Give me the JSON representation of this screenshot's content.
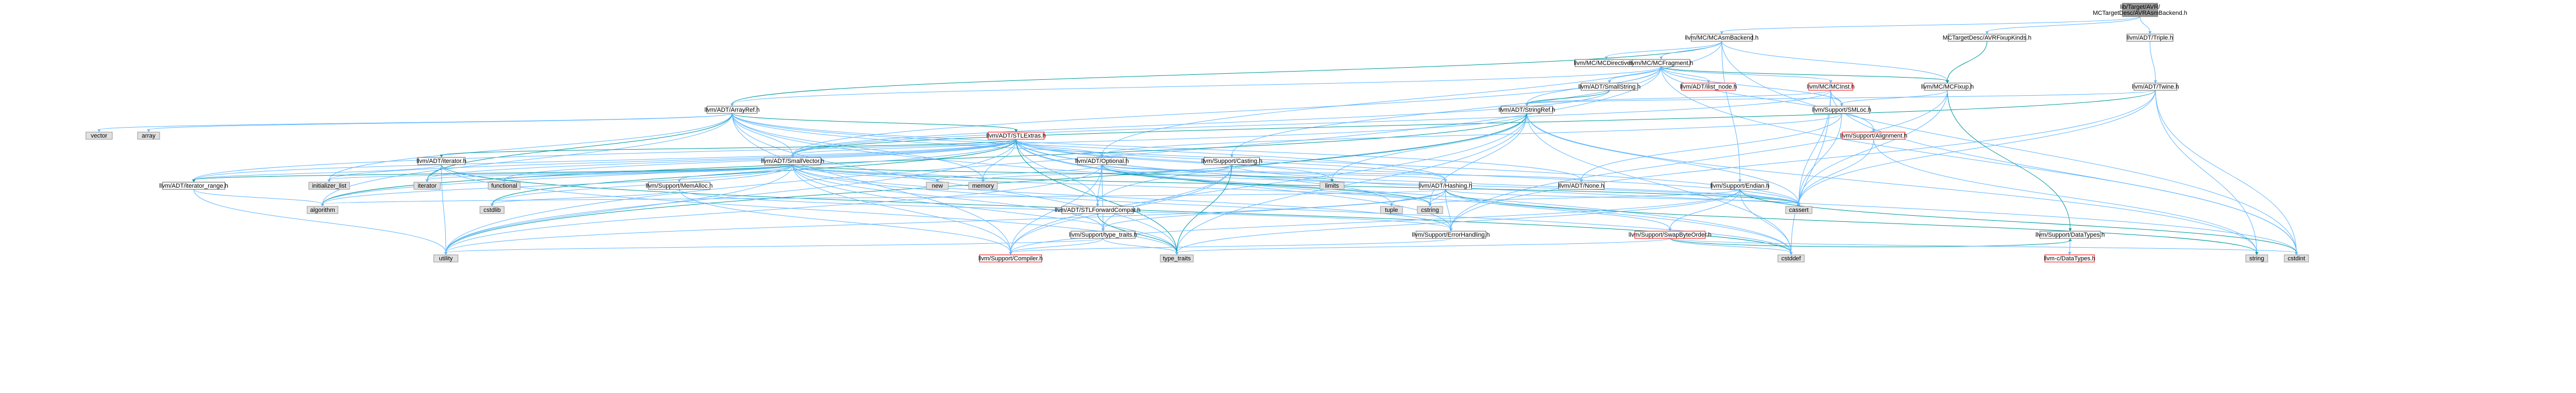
{
  "diagram": {
    "colors": {
      "background": "#ffffff",
      "root_fill": "#999999",
      "header_fill": "#ffffff",
      "system_fill": "#e0e0e0",
      "node_border": "#666666",
      "truncated_border": "#ff0000",
      "edge": "#63b8ff",
      "edge_alt": "#009a9a",
      "text": "#000000"
    },
    "nodes": [
      {
        "id": "root",
        "label": "lib/Target/AVR/MCTargetDesc/AVRAsmBackend.h",
        "kind": "root",
        "interactable": false
      },
      {
        "id": "mcasmbackend",
        "label": "llvm/MC/MCAsmBackend.h",
        "kind": "header",
        "interactable": true
      },
      {
        "id": "avrfixupkinds",
        "label": "MCTargetDesc/AVRFixupKinds.h",
        "kind": "header",
        "interactable": true
      },
      {
        "id": "triple",
        "label": "llvm/ADT/Triple.h",
        "kind": "header",
        "interactable": true
      },
      {
        "id": "mcdirectives",
        "label": "llvm/MC/MCDirectives.h",
        "kind": "header",
        "interactable": true
      },
      {
        "id": "mcfragment",
        "label": "llvm/MC/MCFragment.h",
        "kind": "header",
        "interactable": true
      },
      {
        "id": "twine",
        "label": "llvm/ADT/Twine.h",
        "kind": "header",
        "interactable": true
      },
      {
        "id": "smallstring",
        "label": "llvm/ADT/SmallString.h",
        "kind": "header",
        "interactable": true
      },
      {
        "id": "ilistnode",
        "label": "llvm/ADT/ilist_node.h",
        "kind": "truncated",
        "interactable": true
      },
      {
        "id": "mcinst",
        "label": "llvm/MC/MCInst.h",
        "kind": "truncated",
        "interactable": true
      },
      {
        "id": "mcfixup",
        "label": "llvm/MC/MCFixup.h",
        "kind": "header",
        "interactable": true
      },
      {
        "id": "arrayref",
        "label": "llvm/ADT/ArrayRef.h",
        "kind": "header",
        "interactable": true
      },
      {
        "id": "stringref",
        "label": "llvm/ADT/StringRef.h",
        "kind": "header",
        "interactable": true
      },
      {
        "id": "smloc",
        "label": "llvm/Support/SMLoc.h",
        "kind": "header",
        "interactable": true
      },
      {
        "id": "vector",
        "label": "vector",
        "kind": "system",
        "interactable": false
      },
      {
        "id": "array",
        "label": "array",
        "kind": "system",
        "interactable": false
      },
      {
        "id": "stlextras",
        "label": "llvm/ADT/STLExtras.h",
        "kind": "truncated",
        "interactable": true
      },
      {
        "id": "alignment",
        "label": "llvm/Support/Alignment.h",
        "kind": "truncated",
        "interactable": true
      },
      {
        "id": "iteratorh",
        "label": "llvm/ADT/iterator.h",
        "kind": "header",
        "interactable": true
      },
      {
        "id": "smallvector",
        "label": "llvm/ADT/SmallVector.h",
        "kind": "header",
        "interactable": true
      },
      {
        "id": "optional",
        "label": "llvm/ADT/Optional.h",
        "kind": "header",
        "interactable": true
      },
      {
        "id": "casting",
        "label": "llvm/Support/Casting.h",
        "kind": "header",
        "interactable": true
      },
      {
        "id": "iteratorrange",
        "label": "llvm/ADT/iterator_range.h",
        "kind": "header",
        "interactable": true
      },
      {
        "id": "initlist",
        "label": "initializer_list",
        "kind": "system",
        "interactable": false
      },
      {
        "id": "iterator",
        "label": "iterator",
        "kind": "system",
        "interactable": false
      },
      {
        "id": "functional",
        "label": "functional",
        "kind": "system",
        "interactable": false
      },
      {
        "id": "memalloc",
        "label": "llvm/Support/MemAlloc.h",
        "kind": "header",
        "interactable": true
      },
      {
        "id": "new",
        "label": "new",
        "kind": "system",
        "interactable": false
      },
      {
        "id": "memory",
        "label": "memory",
        "kind": "system",
        "interactable": false
      },
      {
        "id": "stlfwdcompat",
        "label": "llvm/ADT/STLForwardCompat.h",
        "kind": "header",
        "interactable": true
      },
      {
        "id": "limits",
        "label": "limits",
        "kind": "system",
        "interactable": false
      },
      {
        "id": "hashing",
        "label": "llvm/ADT/Hashing.h",
        "kind": "header",
        "interactable": true
      },
      {
        "id": "none",
        "label": "llvm/ADT/None.h",
        "kind": "header",
        "interactable": true
      },
      {
        "id": "endian",
        "label": "llvm/Support/Endian.h",
        "kind": "header",
        "interactable": true
      },
      {
        "id": "algorithm",
        "label": "algorithm",
        "kind": "system",
        "interactable": false
      },
      {
        "id": "cstdlib",
        "label": "cstdlib",
        "kind": "system",
        "interactable": false
      },
      {
        "id": "tuple",
        "label": "tuple",
        "kind": "system",
        "interactable": false
      },
      {
        "id": "cstring",
        "label": "cstring",
        "kind": "system",
        "interactable": false
      },
      {
        "id": "typetraitsh",
        "label": "llvm/Support/type_traits.h",
        "kind": "header",
        "interactable": true
      },
      {
        "id": "errorhandling",
        "label": "llvm/Support/ErrorHandling.h",
        "kind": "header",
        "interactable": true
      },
      {
        "id": "swapbyteorder",
        "label": "llvm/Support/SwapByteOrder.h",
        "kind": "truncated",
        "interactable": true
      },
      {
        "id": "cassert",
        "label": "cassert",
        "kind": "system",
        "interactable": false
      },
      {
        "id": "datatypes",
        "label": "llvm/Support/DataTypes.h",
        "kind": "header",
        "interactable": true
      },
      {
        "id": "utility",
        "label": "utility",
        "kind": "system",
        "interactable": false
      },
      {
        "id": "compiler",
        "label": "llvm/Support/Compiler.h",
        "kind": "truncated",
        "interactable": true
      },
      {
        "id": "typetraits",
        "label": "type_traits",
        "kind": "system",
        "interactable": false
      },
      {
        "id": "cstddef",
        "label": "cstddef",
        "kind": "system",
        "interactable": false
      },
      {
        "id": "cdatatypes",
        "label": "llvm-c/DataTypes.h",
        "kind": "truncated",
        "interactable": true
      },
      {
        "id": "string",
        "label": "string",
        "kind": "system",
        "interactable": false
      },
      {
        "id": "cstdint",
        "label": "cstdint",
        "kind": "system",
        "interactable": false
      }
    ],
    "edges": [
      [
        "root",
        "mcasmbackend"
      ],
      [
        "root",
        "avrfixupkinds"
      ],
      [
        "root",
        "triple"
      ],
      [
        "mcasmbackend",
        "arrayref"
      ],
      [
        "mcasmbackend",
        "mcdirectives"
      ],
      [
        "mcasmbackend",
        "mcfixup"
      ],
      [
        "mcasmbackend",
        "mcfragment"
      ],
      [
        "mcasmbackend",
        "endian"
      ],
      [
        "mcasmbackend",
        "cstdint"
      ],
      [
        "mcasmbackend",
        "optional"
      ],
      [
        "avrfixupkinds",
        "mcfixup"
      ],
      [
        "triple",
        "twine"
      ],
      [
        "mcfragment",
        "arrayref"
      ],
      [
        "mcfragment",
        "smallstring"
      ],
      [
        "mcfragment",
        "smallvector"
      ],
      [
        "mcfragment",
        "stringref"
      ],
      [
        "mcfragment",
        "ilistnode"
      ],
      [
        "mcfragment",
        "mcfixup"
      ],
      [
        "mcfragment",
        "mcinst"
      ],
      [
        "mcfragment",
        "casting"
      ],
      [
        "mcfragment",
        "smloc"
      ],
      [
        "mcfragment",
        "cstdint"
      ],
      [
        "mcfragment",
        "utility"
      ],
      [
        "mcfragment",
        "alignment"
      ],
      [
        "twine",
        "smallvector"
      ],
      [
        "twine",
        "stringref"
      ],
      [
        "twine",
        "errorhandling"
      ],
      [
        "twine",
        "cassert"
      ],
      [
        "twine",
        "cstdint"
      ],
      [
        "twine",
        "string"
      ],
      [
        "smallstring",
        "smallvector"
      ],
      [
        "smallstring",
        "stringref"
      ],
      [
        "mcinst",
        "smallvector"
      ],
      [
        "mcinst",
        "stringref"
      ],
      [
        "mcinst",
        "smloc"
      ],
      [
        "mcinst",
        "cassert"
      ],
      [
        "mcinst",
        "cstddef"
      ],
      [
        "mcinst",
        "cstdint"
      ],
      [
        "mcfixup",
        "datatypes"
      ],
      [
        "mcfixup",
        "errorhandling"
      ],
      [
        "mcfixup",
        "smloc"
      ],
      [
        "mcfixup",
        "cassert"
      ],
      [
        "arrayref",
        "hashing"
      ],
      [
        "arrayref",
        "none"
      ],
      [
        "arrayref",
        "smallvector"
      ],
      [
        "arrayref",
        "stlextras"
      ],
      [
        "arrayref",
        "compiler"
      ],
      [
        "arrayref",
        "algorithm"
      ],
      [
        "arrayref",
        "array"
      ],
      [
        "arrayref",
        "cassert"
      ],
      [
        "arrayref",
        "cstddef"
      ],
      [
        "arrayref",
        "initlist"
      ],
      [
        "arrayref",
        "iterator"
      ],
      [
        "arrayref",
        "memory"
      ],
      [
        "arrayref",
        "typetraits"
      ],
      [
        "arrayref",
        "vector"
      ],
      [
        "stringref",
        "stlfwdcompat"
      ],
      [
        "stringref",
        "iteratorrange"
      ],
      [
        "stringref",
        "compiler"
      ],
      [
        "stringref",
        "algorithm"
      ],
      [
        "stringref",
        "cassert"
      ],
      [
        "stringref",
        "cstddef"
      ],
      [
        "stringref",
        "cstring"
      ],
      [
        "stringref",
        "limits"
      ],
      [
        "stringref",
        "string"
      ],
      [
        "stringref",
        "typetraits"
      ],
      [
        "stringref",
        "utility"
      ],
      [
        "smloc",
        "none"
      ],
      [
        "smloc",
        "optional"
      ],
      [
        "smloc",
        "cassert"
      ],
      [
        "stlextras",
        "hashing"
      ],
      [
        "stlextras",
        "optional"
      ],
      [
        "stlextras",
        "stlfwdcompat"
      ],
      [
        "stlextras",
        "iteratorh"
      ],
      [
        "stlextras",
        "iteratorrange"
      ],
      [
        "stlextras",
        "errorhandling"
      ],
      [
        "stlextras",
        "algorithm"
      ],
      [
        "stlextras",
        "cassert"
      ],
      [
        "stlextras",
        "cstddef"
      ],
      [
        "stlextras",
        "cstdint"
      ],
      [
        "stlextras",
        "cstdlib"
      ],
      [
        "stlextras",
        "functional"
      ],
      [
        "stlextras",
        "initlist"
      ],
      [
        "stlextras",
        "iterator"
      ],
      [
        "stlextras",
        "limits"
      ],
      [
        "stlextras",
        "memory"
      ],
      [
        "stlextras",
        "tuple"
      ],
      [
        "stlextras",
        "typetraits"
      ],
      [
        "stlextras",
        "utility"
      ],
      [
        "stlextras",
        "smallvector"
      ],
      [
        "alignment",
        "mathextras"
      ],
      [
        "alignment",
        "cassert"
      ],
      [
        "alignment",
        "string"
      ],
      [
        "iteratorh",
        "iteratorrange"
      ],
      [
        "iteratorh",
        "cstddef"
      ],
      [
        "iteratorh",
        "iterator"
      ],
      [
        "iteratorh",
        "typetraits"
      ],
      [
        "iteratorh",
        "utility"
      ],
      [
        "smallvector",
        "compiler"
      ],
      [
        "smallvector",
        "typetraitsh"
      ],
      [
        "smallvector",
        "algorithm"
      ],
      [
        "smallvector",
        "cassert"
      ],
      [
        "smallvector",
        "cstddef"
      ],
      [
        "smallvector",
        "cstdlib"
      ],
      [
        "smallvector",
        "cstring"
      ],
      [
        "smallvector",
        "functional"
      ],
      [
        "smallvector",
        "initlist"
      ],
      [
        "smallvector",
        "iterator"
      ],
      [
        "smallvector",
        "limits"
      ],
      [
        "smallvector",
        "memory"
      ],
      [
        "smallvector",
        "new"
      ],
      [
        "smallvector",
        "typetraits"
      ],
      [
        "smallvector",
        "utility"
      ],
      [
        "smallvector",
        "memalloc"
      ],
      [
        "smallvector",
        "errorhandling"
      ],
      [
        "smallvector",
        "iteratorrange"
      ],
      [
        "optional",
        "hashing"
      ],
      [
        "optional",
        "none"
      ],
      [
        "optional",
        "stlfwdcompat"
      ],
      [
        "optional",
        "compiler"
      ],
      [
        "optional",
        "typetraitsh"
      ],
      [
        "optional",
        "cassert"
      ],
      [
        "optional",
        "cstring"
      ],
      [
        "optional",
        "new"
      ],
      [
        "optional",
        "utility"
      ],
      [
        "casting",
        "compiler"
      ],
      [
        "casting",
        "typetraitsh"
      ],
      [
        "casting",
        "cassert"
      ],
      [
        "casting",
        "memory"
      ],
      [
        "casting",
        "typetraits"
      ],
      [
        "casting",
        "optional"
      ],
      [
        "iteratorrange",
        "algorithm"
      ],
      [
        "iteratorrange",
        "utility"
      ],
      [
        "memalloc",
        "compiler"
      ],
      [
        "memalloc",
        "errorhandling"
      ],
      [
        "memalloc",
        "cstdlib"
      ],
      [
        "stlfwdcompat",
        "typetraits"
      ],
      [
        "hashing",
        "errorhandling"
      ],
      [
        "hashing",
        "swapbyteorder"
      ],
      [
        "hashing",
        "typetraitsh"
      ],
      [
        "hashing",
        "algorithm"
      ],
      [
        "hashing",
        "cassert"
      ],
      [
        "hashing",
        "cstring"
      ],
      [
        "hashing",
        "string"
      ],
      [
        "hashing",
        "tuple"
      ],
      [
        "hashing",
        "utility"
      ],
      [
        "endian",
        "compiler"
      ],
      [
        "endian",
        "swapbyteorder"
      ],
      [
        "endian",
        "cassert"
      ],
      [
        "endian",
        "cstddef"
      ],
      [
        "endian",
        "cstdint"
      ],
      [
        "endian",
        "cstring"
      ],
      [
        "endian",
        "typetraits"
      ],
      [
        "typetraitsh",
        "compiler"
      ],
      [
        "typetraitsh",
        "typetraits"
      ],
      [
        "typetraitsh",
        "utility"
      ],
      [
        "errorhandling",
        "compiler"
      ],
      [
        "swapbyteorder",
        "datatypes"
      ],
      [
        "swapbyteorder",
        "cstddef"
      ],
      [
        "swapbyteorder",
        "cstdint"
      ],
      [
        "swapbyteorder",
        "typetraits"
      ],
      [
        "datatypes",
        "cdatatypes"
      ]
    ]
  }
}
